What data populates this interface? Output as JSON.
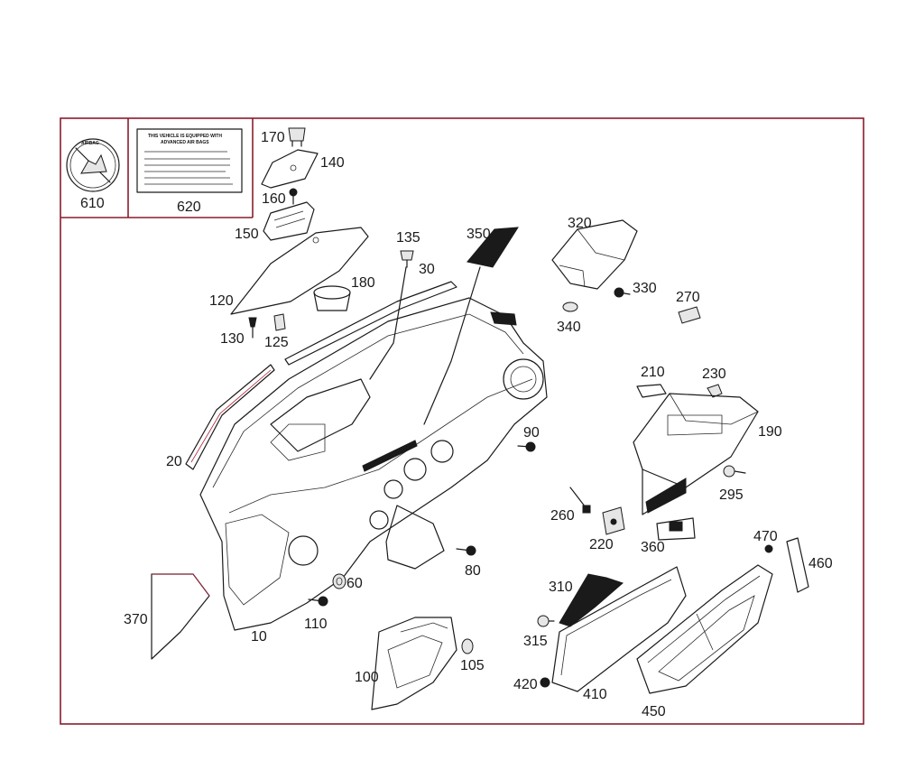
{
  "sticker_610": {
    "badge": "AIRBAG",
    "label": "610"
  },
  "sticker_620": {
    "heading_1": "THIS VEHICLE IS EQUIPPED WITH",
    "heading_2": "ADVANCED AIR BAGS",
    "label": "620"
  },
  "callouts": {
    "c170": "170",
    "c140": "140",
    "c160": "160",
    "c150": "150",
    "c135": "135",
    "c350": "350",
    "c320": "320",
    "c30": "30",
    "c180": "180",
    "c120": "120",
    "c330": "330",
    "c270": "270",
    "c130": "130",
    "c125": "125",
    "c340": "340",
    "c210": "210",
    "c230": "230",
    "c190": "190",
    "c90": "90",
    "c20": "20",
    "c295": "295",
    "c260": "260",
    "c220": "220",
    "c360": "360",
    "c470": "470",
    "c460": "460",
    "c80": "80",
    "c60": "60",
    "c310": "310",
    "c370": "370",
    "c110": "110",
    "c10": "10",
    "c315": "315",
    "c105": "105",
    "c100": "100",
    "c420": "420",
    "c410": "410",
    "c450": "450"
  }
}
